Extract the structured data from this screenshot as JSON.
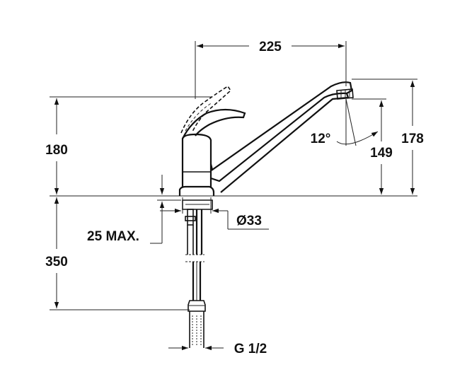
{
  "drawing": {
    "dimensions": {
      "spout_reach": "225",
      "height_above": "180",
      "spout_height": "178",
      "outlet_height": "149",
      "spout_angle": "12°",
      "hole_diameter": "Ø33",
      "deck_thickness": "25 MAX.",
      "hose_length": "350",
      "connection": "G 1/2"
    }
  }
}
